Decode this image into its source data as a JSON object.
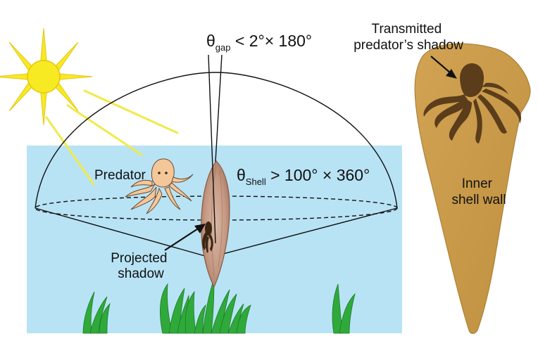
{
  "labels": {
    "theta": "θ",
    "gap_sub": "gap",
    "gap_rest": " < 2°× 180°",
    "shell_sub": "Shell",
    "shell_rest": " > 100° × 360°",
    "predator": "Predator",
    "projected_line1": "Projected",
    "projected_line2": "shadow",
    "transmitted_line1": "Transmitted",
    "transmitted_line2": "predator’s shadow",
    "inner_line1": "Inner",
    "inner_line2": "shell wall"
  },
  "icons": [
    "sun-icon",
    "octopus-icon",
    "octopus-shadow-icon",
    "seagrass-icon",
    "shell-icon"
  ],
  "colors": {
    "water": "#b8e3f5",
    "sun": "#f7ea22",
    "sun_ray": "#f1ea4a",
    "predator": "#f4c79a",
    "shell_gold": "#c99b4a",
    "shadow": "#5b3d1b",
    "seagrass": "#2faa3a"
  }
}
